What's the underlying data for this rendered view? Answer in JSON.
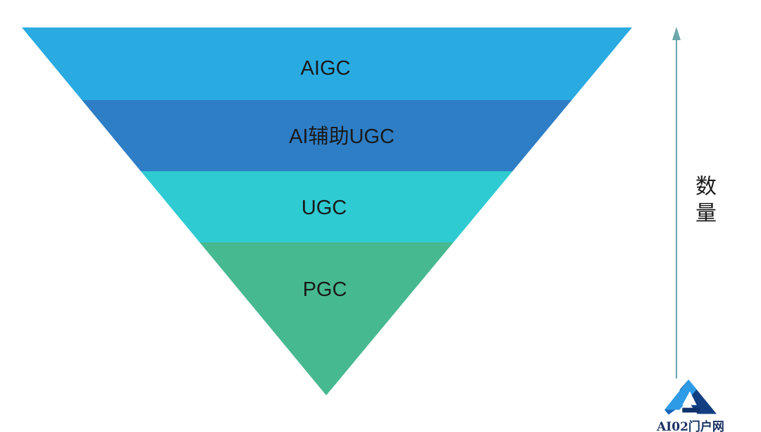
{
  "background": "#FFFFFF",
  "funnel": {
    "type": "inverted-funnel",
    "text_color": "#1A1A1A",
    "layers": [
      {
        "label": "AIGC",
        "color": "#29ABE2",
        "rank": 1
      },
      {
        "label": "AI辅助UGC",
        "color": "#2E7EC6",
        "rank": 2
      },
      {
        "label": "UGC",
        "color": "#2FCBD2",
        "rank": 3
      },
      {
        "label": "PGC",
        "color": "#47B991",
        "rank": 4
      }
    ]
  },
  "axis": {
    "label": "数量",
    "direction": "up",
    "arrow_color": "#6BA6AC"
  },
  "watermark": {
    "text": "AI02门户网",
    "text_color": "#1A3263",
    "logo_colors": {
      "light": "#2E9BE6",
      "dark": "#123E82",
      "mid": "#1C64B8"
    }
  }
}
